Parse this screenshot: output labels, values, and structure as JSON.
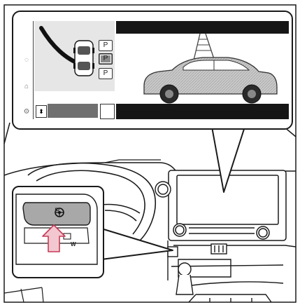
{
  "screen": {
    "park_buttons": [
      "P",
      "P",
      "P"
    ],
    "selected_index": 1,
    "rail_icons": [
      "dashed-circle-icon",
      "car-profile-icon",
      "settings-icon"
    ],
    "bottom_icon": "⬍"
  },
  "switch": {
    "p_label": "P",
    "w_label": "W"
  },
  "colors": {
    "line": "#1a1a1a",
    "panel_gray": "#e6e6e6",
    "camera_bg": "#1a1a1a",
    "switch_gray": "#a8a8a8",
    "arrow_fill": "#f3c7cf",
    "arrow_stroke": "#c63c58"
  }
}
